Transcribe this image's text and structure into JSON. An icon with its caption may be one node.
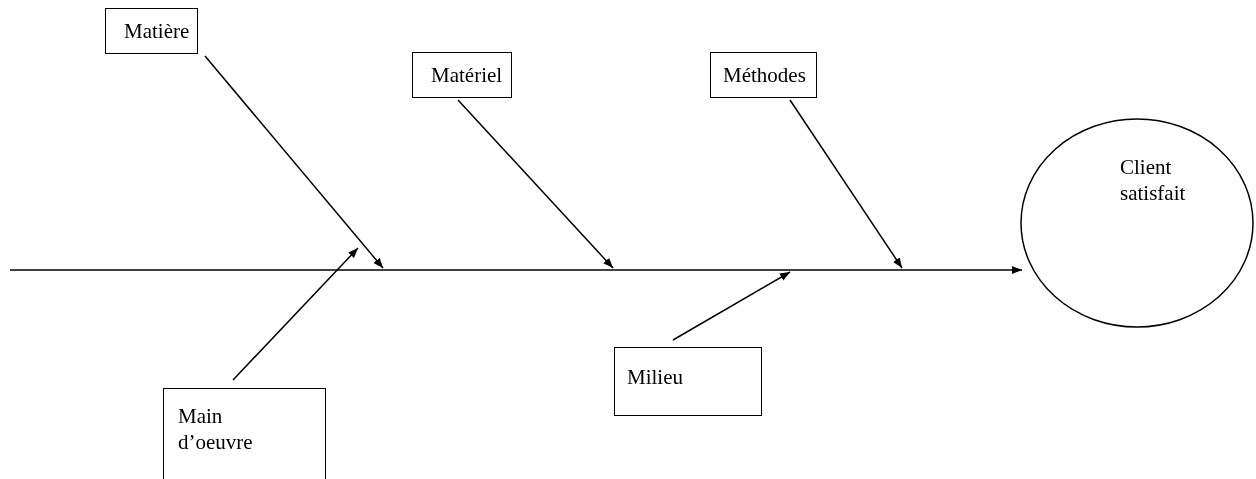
{
  "diagram": {
    "nodes": [
      {
        "text": [
          "Matière"
        ]
      },
      {
        "text": [
          "Matériel"
        ]
      },
      {
        "text": [
          "Méthodes"
        ]
      },
      {
        "text": [
          "Client satisfait"
        ]
      },
      {
        "text": [
          "Main d’oeuvre"
        ]
      },
      {
        "text": [
          "Milieu"
        ]
      }
    ],
    "edges": [
      {
        "from": null,
        "to": 3,
        "arrow": "to"
      },
      {
        "from": 0,
        "to": null,
        "arrow": "to"
      },
      {
        "from": 1,
        "to": null,
        "arrow": "to"
      },
      {
        "from": 2,
        "to": null,
        "arrow": "to"
      },
      {
        "from": 4,
        "to": null,
        "arrow": "to"
      },
      {
        "from": 5,
        "to": null,
        "arrow": "to"
      }
    ]
  }
}
